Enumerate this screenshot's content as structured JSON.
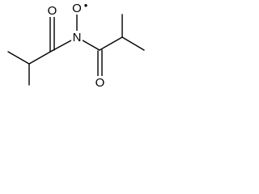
{
  "atoms": {
    "oxygen_left": "O",
    "nitrogen": "N",
    "oxygen_radical": "O",
    "oxygen_right": "O"
  },
  "radical_symbol": "•"
}
